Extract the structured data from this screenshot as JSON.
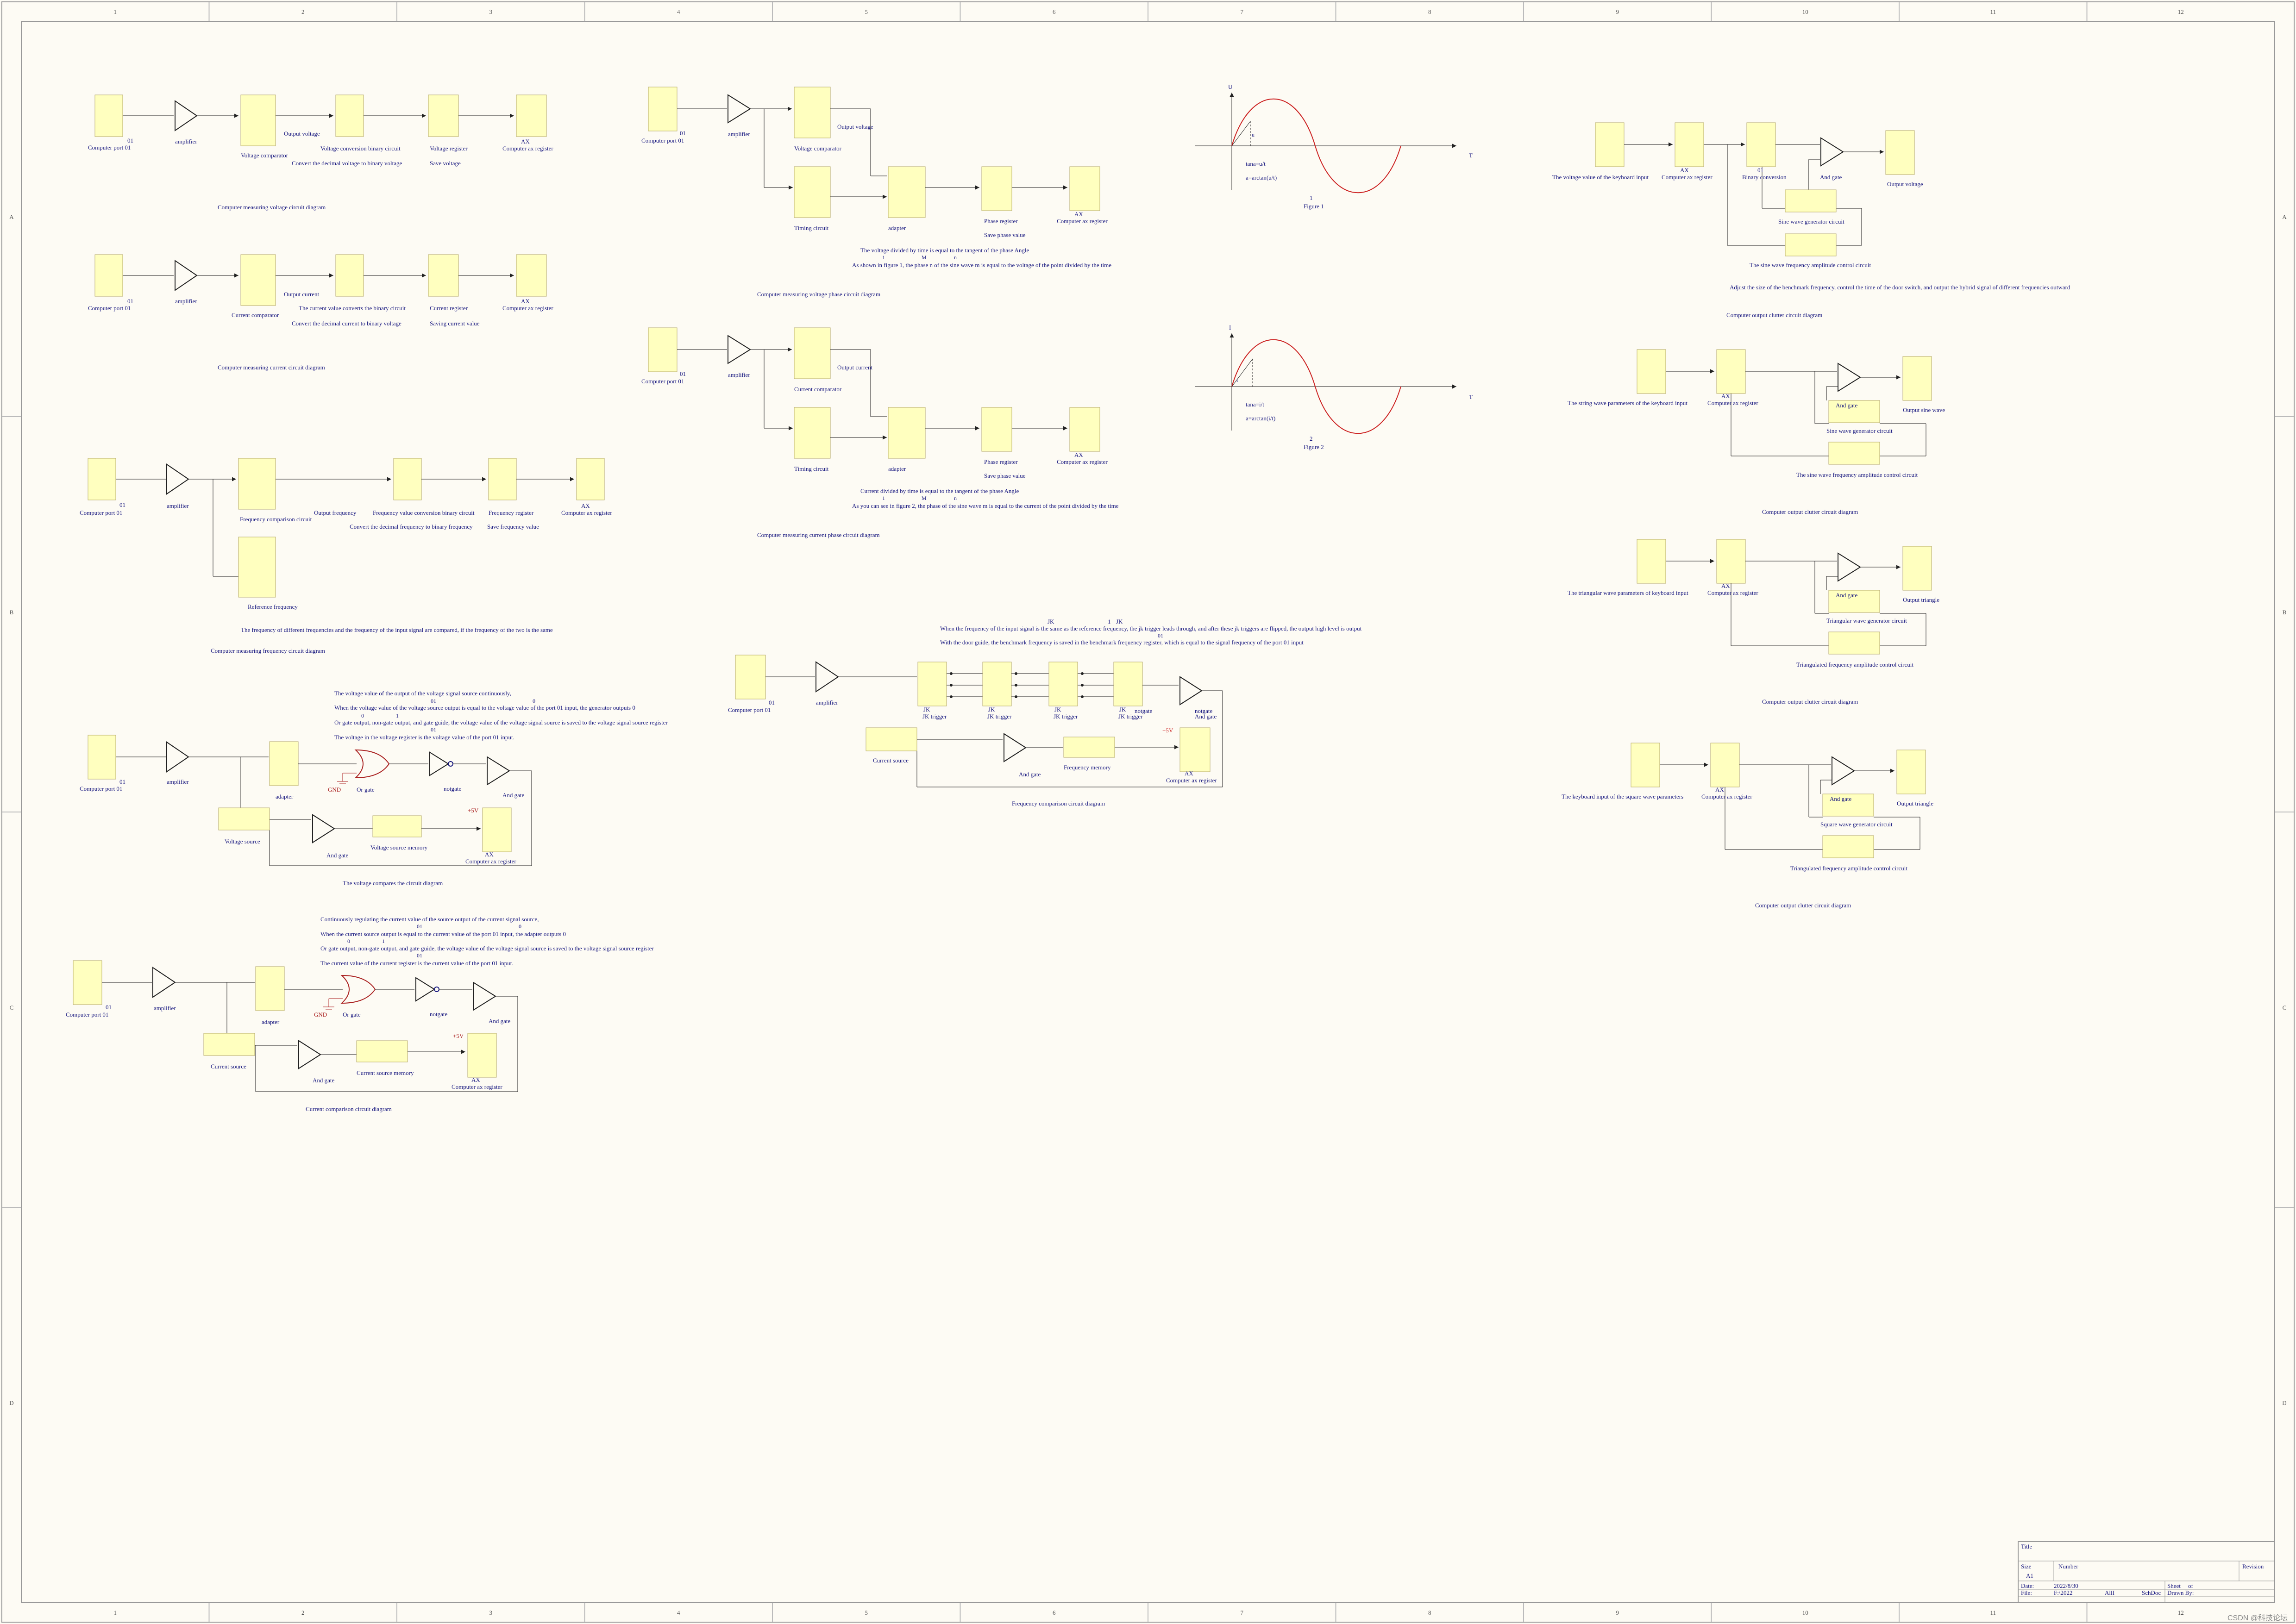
{
  "title_block": {
    "title_label": "Title",
    "size_label": "Size",
    "size_value": "A1",
    "number_label": "Number",
    "revision_label": "Revision",
    "date_label": "Date:",
    "date_value": "2022/8/30",
    "sheet_label": "Sheet",
    "of_label": "of",
    "file_label": "File:",
    "file_value": "F:\\2022",
    "file_value2": "AllI",
    "schdoc_label": "SchDoc",
    "drawn_label": "Drawn By:"
  },
  "border": {
    "columns": [
      "1",
      "2",
      "3",
      "4",
      "5",
      "6",
      "7",
      "8",
      "9",
      "10",
      "11",
      "12"
    ],
    "rows": [
      "A",
      "B",
      "C",
      "D"
    ]
  },
  "watermark": "CSDN @科技论坛",
  "common": {
    "computer_port": "Computer port 01",
    "port_num": "01",
    "amplifier": "amplifier",
    "ax": "AX",
    "computer_ax": "Computer ax register",
    "timing": "Timing circuit",
    "adapter": "adapter",
    "phase_register": "Phase register",
    "save_phase": "Save phase value",
    "or_gate": "Or gate",
    "and_gate": "And gate",
    "notgate": "notgate",
    "gnd": "GND",
    "plus5v": "+5V",
    "jk": "JK",
    "jk_trigger": "JK trigger",
    "one": "1",
    "zero": "0",
    "m": "M",
    "n": "n"
  },
  "voltage_diagram": {
    "comparator": "Voltage comparator",
    "output": "Output voltage",
    "conversion": "Voltage conversion binary circuit",
    "register": "Voltage register",
    "convert_note": "Convert the decimal voltage to binary voltage",
    "save": "Save voltage",
    "caption": "Computer measuring voltage circuit diagram"
  },
  "current_diagram": {
    "comparator": "Current comparator",
    "output": "Output current",
    "conversion": "The current value converts the binary circuit",
    "register": "Current register",
    "convert_note": "Convert the decimal current to binary voltage",
    "save": "Saving current value",
    "caption": "Computer measuring current circuit diagram"
  },
  "frequency_diagram": {
    "comparison": "Frequency comparison circuit",
    "output": "Output frequency",
    "conversion": "Frequency value conversion binary circuit",
    "register": "Frequency register",
    "convert_note": "Convert the decimal frequency to binary frequency",
    "save": "Save frequency value",
    "reference": "Reference frequency",
    "note": "The frequency of different frequencies and the frequency of the input signal are compared, if the frequency of the two is the same",
    "caption": "Computer measuring frequency circuit diagram"
  },
  "voltage_phase": {
    "comparator": "Voltage comparator",
    "output": "Output voltage",
    "note1": "The voltage divided by time is equal to the tangent of the phase Angle",
    "note2": "As shown in figure 1, the phase n of the sine wave m is equal to the voltage of the point divided by the time",
    "caption": "Computer measuring voltage phase circuit diagram"
  },
  "current_phase": {
    "comparator": "Current comparator",
    "output": "Output current",
    "note1": "Current divided by time is equal to the tangent of the phase Angle",
    "note2": "As you can see in figure 2, the phase of the sine wave m is equal to the current of the point divided by the time",
    "caption": "Computer measuring current phase circuit diagram"
  },
  "figure1": {
    "y_axis": "U",
    "x_axis": "T",
    "point": "u",
    "eq1": "tana=u/t",
    "eq2": "a=arctan(u/t)",
    "number": "1",
    "caption": "Figure 1"
  },
  "figure2": {
    "y_axis": "I",
    "x_axis": "T",
    "point": "i",
    "eq1": "tana=i/t",
    "eq2": "a=arctan(i/t)",
    "number": "2",
    "caption": "Figure 2"
  },
  "voltage_compare": {
    "note1": "The voltage value of the output of the voltage signal source continuously,",
    "note2": "When the voltage value of the voltage source output is equal to the voltage value of the port 01 input, the generator outputs 0",
    "note3": "Or gate output, non-gate output, and gate guide, the voltage value of the voltage signal source is saved to the voltage signal source register",
    "note4": "The voltage in the voltage register is the voltage value of the port 01 input.",
    "source": "Voltage source",
    "memory": "Voltage source memory",
    "caption": "The voltage compares the circuit diagram"
  },
  "current_compare": {
    "note1": "Continuously regulating the current value of the source output of the current signal source,",
    "note2": "When the current source output is equal to the current value of the port 01 input, the adapter outputs 0",
    "note3": "Or gate output, non-gate output, and gate guide, the voltage value of the voltage signal source is saved to the voltage signal source register",
    "note4": "The current value of the current register is the current value of the port 01 input.",
    "source": "Current source",
    "memory": "Current source memory",
    "caption": "Current comparison circuit diagram"
  },
  "frequency_compare": {
    "note1": "When the frequency of the input signal is the same as the reference frequency, the jk trigger leads through, and after these jk triggers are flipped, the output high level is output",
    "note2": "With the door guide, the benchmark frequency is saved in the benchmark frequency register, which is equal to the signal frequency of the port 01 input",
    "current_source": "Current source",
    "memory": "Frequency memory",
    "caption": "Frequency comparison circuit diagram"
  },
  "output_sine": {
    "keyboard": "The voltage value of the keyboard input",
    "binary": "Binary conversion",
    "output": "Output voltage",
    "generator": "Sine wave generator circuit",
    "amplitude": "The sine wave frequency amplitude control circuit",
    "note": "Adjust the size of the benchmark frequency, control the time of the door switch, and output the hybrid signal of different frequencies outward",
    "caption": "Computer output clutter circuit diagram"
  },
  "output_string": {
    "keyboard": "The string wave parameters of the keyboard input",
    "output": "Output sine wave",
    "generator": "Sine wave generator circuit",
    "amplitude": "The sine wave frequency amplitude control circuit",
    "caption": "Computer output clutter circuit diagram"
  },
  "output_triangle": {
    "keyboard": "The triangular wave parameters of keyboard input",
    "output": "Output triangle",
    "generator": "Triangular wave generator circuit",
    "amplitude": "Triangulated frequency amplitude control circuit",
    "caption": "Computer output clutter circuit diagram"
  },
  "output_square": {
    "keyboard": "The keyboard input of the square wave parameters",
    "output": "Output triangle",
    "generator": "Square wave generator circuit",
    "amplitude": "Triangulated frequency amplitude control circuit",
    "caption": "Computer output clutter circuit diagram"
  }
}
